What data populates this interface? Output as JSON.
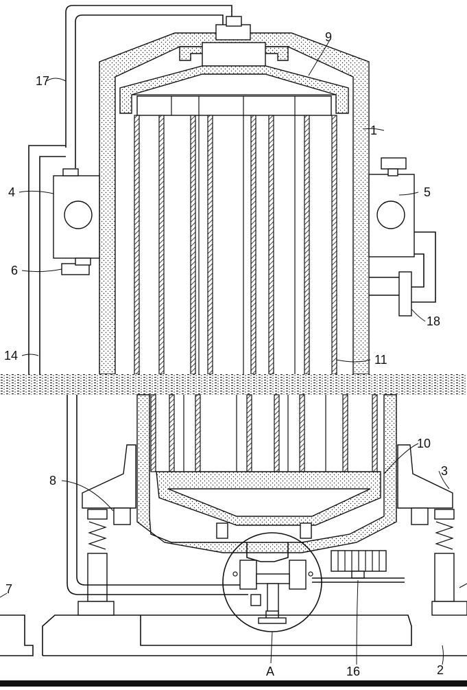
{
  "labels": {
    "l1": "1",
    "l2": "2",
    "l3": "3",
    "l4": "4",
    "l5": "5",
    "l6": "6",
    "l7": "7",
    "l8": "8",
    "l9": "9",
    "l10": "10",
    "l11": "11",
    "l14": "14",
    "l16": "16",
    "l17": "17",
    "l18": "18",
    "lA": "A"
  }
}
